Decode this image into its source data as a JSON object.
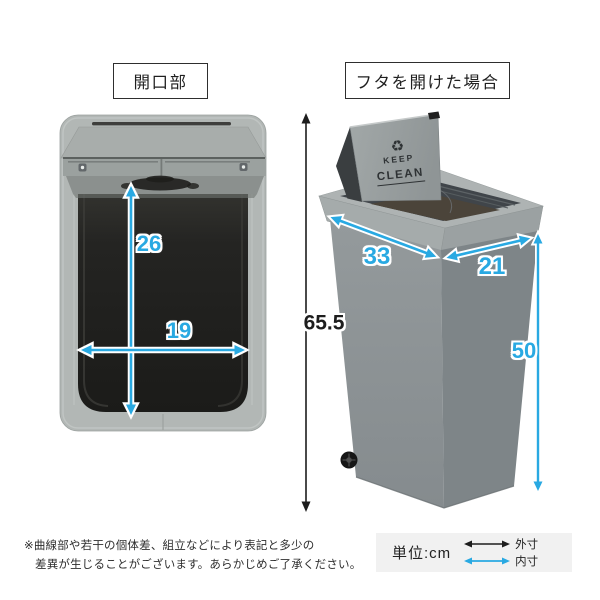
{
  "titles": {
    "left": "開口部",
    "right": "フタを開けた場合"
  },
  "dims": {
    "inner_height_top": "26",
    "inner_width_top": "19",
    "outer_width": "33",
    "outer_depth": "21",
    "outer_height": "65.5",
    "inner_height_side": "50"
  },
  "lid": {
    "recycle_icon": "♻",
    "keep": "KEEP",
    "clean": "CLEAN"
  },
  "note": {
    "line1": "※曲線部や若干の個体差、組立などにより表記と多少の",
    "line2": "差異が生じることがございます。あらかじめご了承ください。"
  },
  "legend": {
    "unit": "単位:cm",
    "outer": "外寸",
    "inner": "内寸"
  },
  "colors": {
    "dim_blue": "#29a9e2",
    "dim_black": "#1d1d1d",
    "legend_bg": "#f1f1f1",
    "can_light_gray": "#b2b7b5",
    "can_dark_gray": "#8d9396",
    "opening_dark": "#222220"
  }
}
